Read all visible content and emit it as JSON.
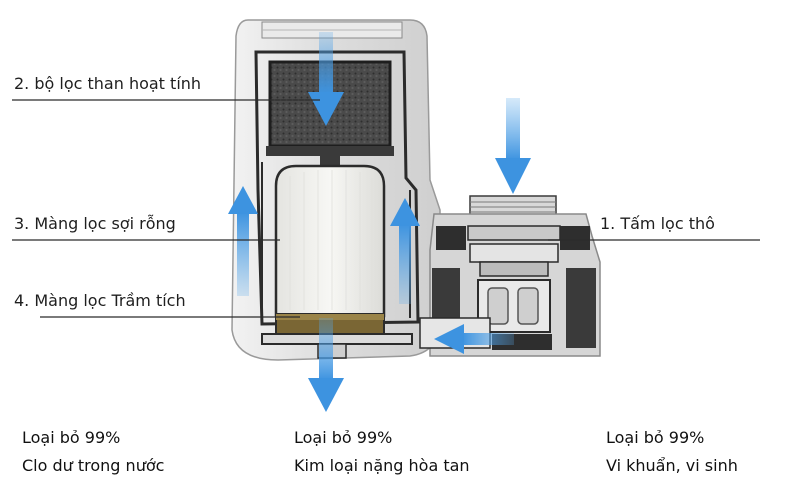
{
  "labels": {
    "l2": "2. bộ lọc than hoạt tính",
    "l3": "3. Màng lọc sợi rỗng",
    "l4": "4. Màng lọc Trầm tích",
    "l1": "1. Tấm lọc thô"
  },
  "captions": {
    "left": {
      "line1": "Loại bỏ 99%",
      "line2": "Clo dư trong nước"
    },
    "middle": {
      "line1": "Loại bỏ 99%",
      "line2": "Kim loại nặng hòa tan"
    },
    "right": {
      "line1": "Loại bỏ 99%",
      "line2": "Vi khuẩn, vi sinh"
    }
  },
  "colors": {
    "arrow": "#5aa9ea",
    "housing": "#dedede",
    "outline": "#2b2b2b",
    "carbon": "#3c3c3c",
    "membrane": "#ededea",
    "sediment": "#7a6634"
  }
}
